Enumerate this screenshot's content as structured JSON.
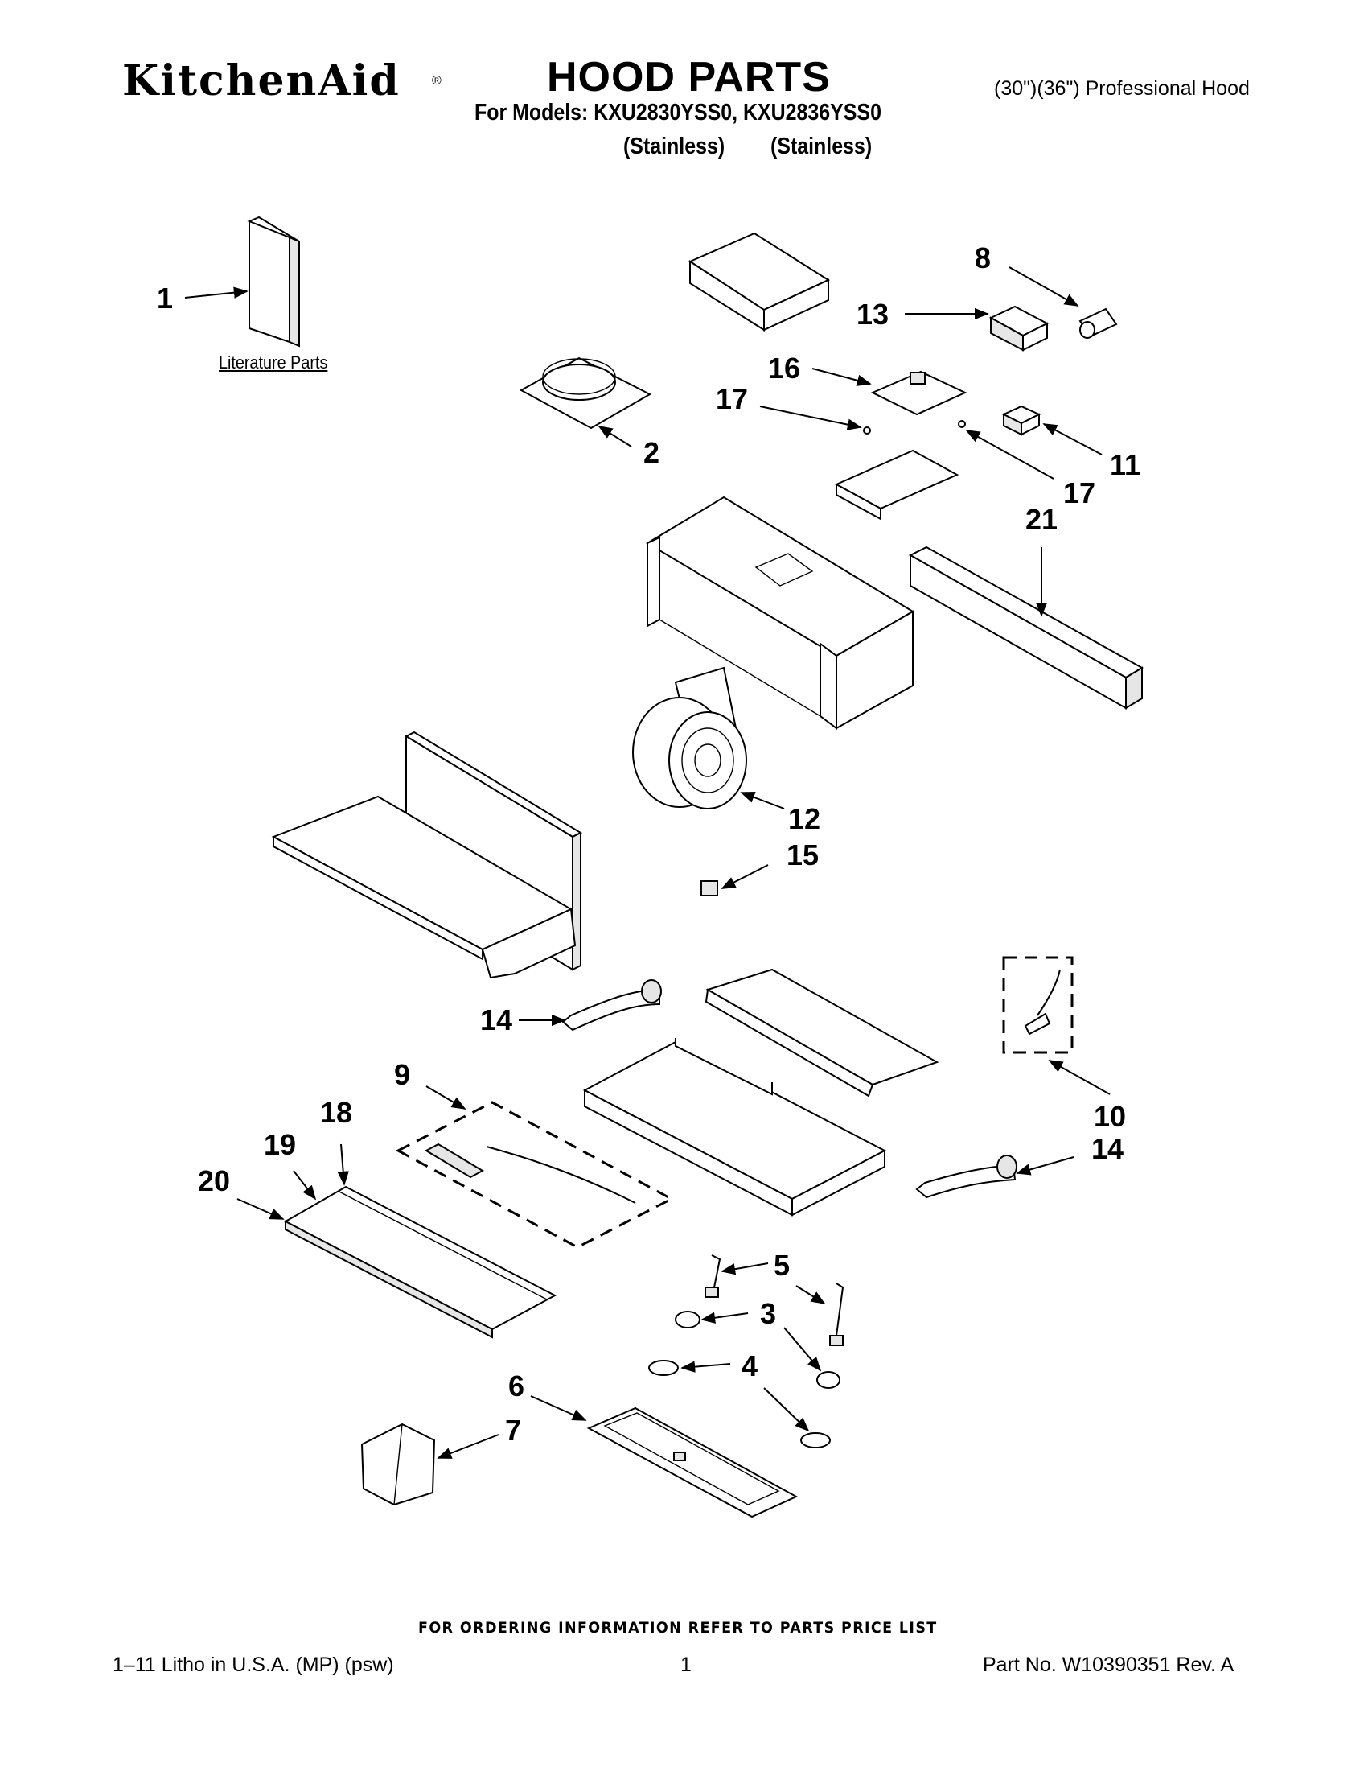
{
  "header": {
    "brand": "KitchenAid",
    "brand_mark": "®",
    "title": "HOOD PARTS",
    "subtitle": "(30\")(36\") Professional Hood",
    "models_line": "For Models: KXU2830YSS0, KXU2836YSS0",
    "finish_1": "(Stainless)",
    "finish_2": "(Stainless)"
  },
  "diagram": {
    "literature_label": "Literature Parts",
    "callouts": [
      {
        "n": "1"
      },
      {
        "n": "2"
      },
      {
        "n": "3"
      },
      {
        "n": "4"
      },
      {
        "n": "5"
      },
      {
        "n": "6"
      },
      {
        "n": "7"
      },
      {
        "n": "8"
      },
      {
        "n": "9"
      },
      {
        "n": "10"
      },
      {
        "n": "11"
      },
      {
        "n": "12"
      },
      {
        "n": "13"
      },
      {
        "n": "14"
      },
      {
        "n": "14"
      },
      {
        "n": "15"
      },
      {
        "n": "16"
      },
      {
        "n": "17"
      },
      {
        "n": "17"
      },
      {
        "n": "18"
      },
      {
        "n": "19"
      },
      {
        "n": "20"
      },
      {
        "n": "21"
      }
    ]
  },
  "footer": {
    "ordering": "FOR ORDERING INFORMATION REFER TO PARTS PRICE LIST",
    "litho": "1–11 Litho in U.S.A. (MP) (psw)",
    "page": "1",
    "part_no": "Part No. W10390351 Rev. A"
  }
}
